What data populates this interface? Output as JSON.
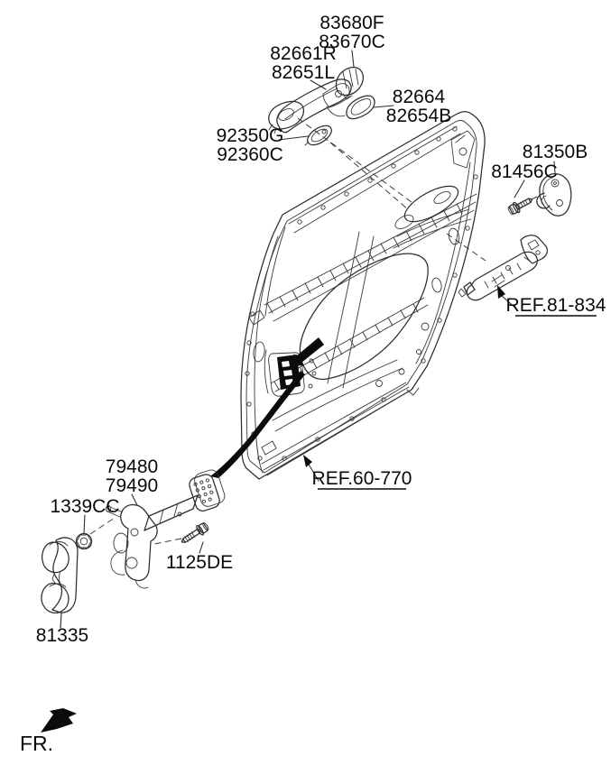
{
  "diagram": {
    "type": "parts-exploded-view",
    "subject": "rear-door-locking-mechanism",
    "colors": {
      "background": "#ffffff",
      "line": "#2d2d2d",
      "text": "#0a0a0a",
      "highlight": "#0b0b0b"
    },
    "callouts": [
      {
        "part": "handle-cover",
        "lines": [
          "83680F",
          "83670C"
        ]
      },
      {
        "part": "outside-door-handle",
        "lines": [
          "82661R",
          "82651L"
        ]
      },
      {
        "part": "handle-pad",
        "lines": [
          "82664",
          "82654B"
        ]
      },
      {
        "part": "key-cylinder-pad",
        "lines": [
          "92350G",
          "92360C"
        ]
      },
      {
        "part": "door-striker",
        "lines": [
          "81350B"
        ]
      },
      {
        "part": "striker-screw",
        "lines": [
          "81456C"
        ]
      },
      {
        "part": "door-checker",
        "lines": [
          "79480",
          "79490"
        ]
      },
      {
        "part": "checker-nut",
        "lines": [
          "1339CC"
        ]
      },
      {
        "part": "checker-bolt",
        "lines": [
          "1125DE"
        ]
      },
      {
        "part": "door-pull-handle",
        "lines": [
          "81335"
        ]
      }
    ],
    "references": [
      {
        "part": "rear-door-latch-assembly",
        "label": "REF.81-834"
      },
      {
        "part": "rear-door-panel",
        "label": "REF.60-770"
      }
    ],
    "front_marker": {
      "label": "FR."
    }
  }
}
